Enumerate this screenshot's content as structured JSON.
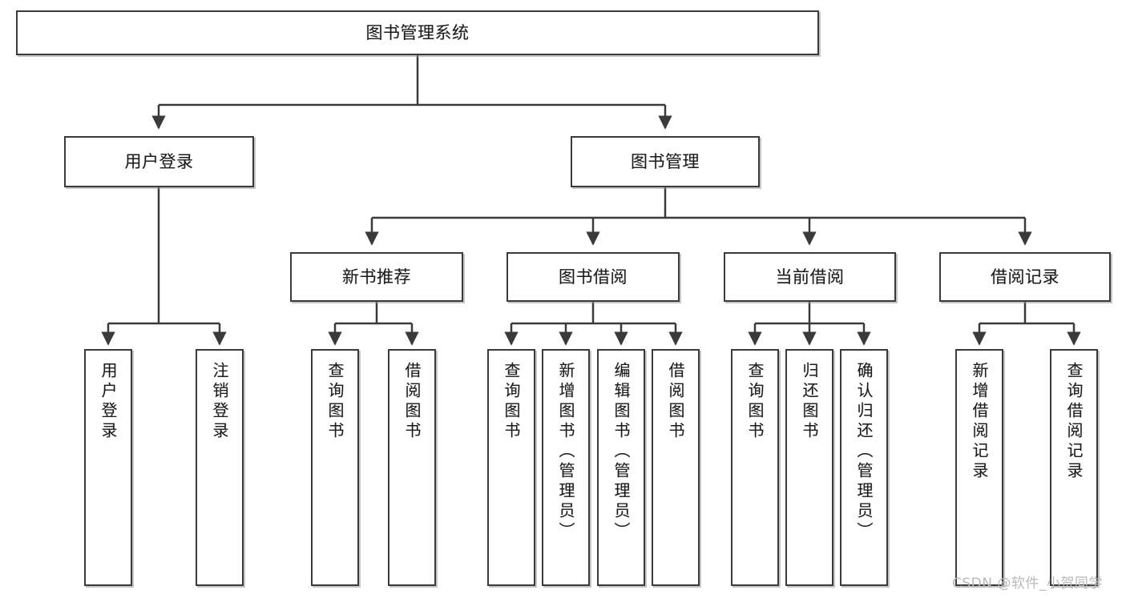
{
  "diagram": {
    "title": "图书管理系统",
    "type": "tree",
    "stroke_color": "#3a3a3a",
    "text_color": "#1b1b1b",
    "background": "#ffffff",
    "nodes": {
      "root": {
        "label": "图书管理系统",
        "level": 0
      },
      "l1": [
        {
          "label": "用户登录",
          "level": 1
        },
        {
          "label": "图书管理",
          "level": 1
        }
      ],
      "l2": [
        {
          "label": "新书推荐",
          "level": 2
        },
        {
          "label": "图书借阅",
          "level": 2
        },
        {
          "label": "当前借阅",
          "level": 2
        },
        {
          "label": "借阅记录",
          "level": 2
        }
      ],
      "leaves": {
        "user_login": [
          {
            "label": "用户登录"
          },
          {
            "label": "注销登录"
          }
        ],
        "new_book": [
          {
            "label": "查询图书"
          },
          {
            "label": "借阅图书"
          }
        ],
        "book_borrow": [
          {
            "label": "查询图书"
          },
          {
            "label": "新增图书（管理员）"
          },
          {
            "label": "编辑图书（管理员）"
          },
          {
            "label": "借阅图书"
          }
        ],
        "current_borrow": [
          {
            "label": "查询图书"
          },
          {
            "label": "归还图书"
          },
          {
            "label": "确认归还（管理员）"
          }
        ],
        "borrow_record": [
          {
            "label": "新增借阅记录"
          },
          {
            "label": "查询借阅记录"
          }
        ]
      }
    }
  },
  "watermark": {
    "text": "CSDN @软件_小贺同学"
  }
}
